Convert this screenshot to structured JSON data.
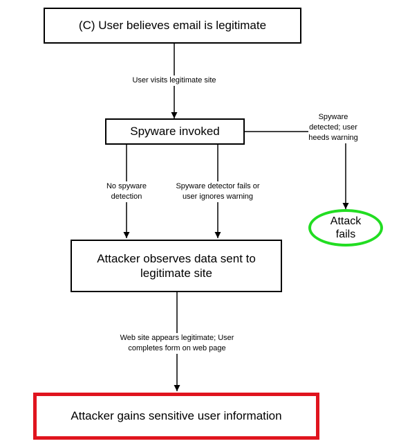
{
  "nodes": {
    "start": "(C) User believes email is legitimate",
    "spyware": "Spyware invoked",
    "observe": "Attacker observes data sent to legitimate site",
    "gain": "Attacker gains sensitive user information",
    "fail": "Attack fails"
  },
  "edges": {
    "visit": "User visits legitimate site",
    "detected": "Spyware detected; user heeds warning",
    "no_detect": "No spyware detection",
    "ignore": "Spyware detector fails or user ignores warning",
    "complete": "Web site appears legitimate; User completes form on web page"
  },
  "colors": {
    "fail_border": "#22dd22",
    "gain_border": "#e0141e"
  }
}
